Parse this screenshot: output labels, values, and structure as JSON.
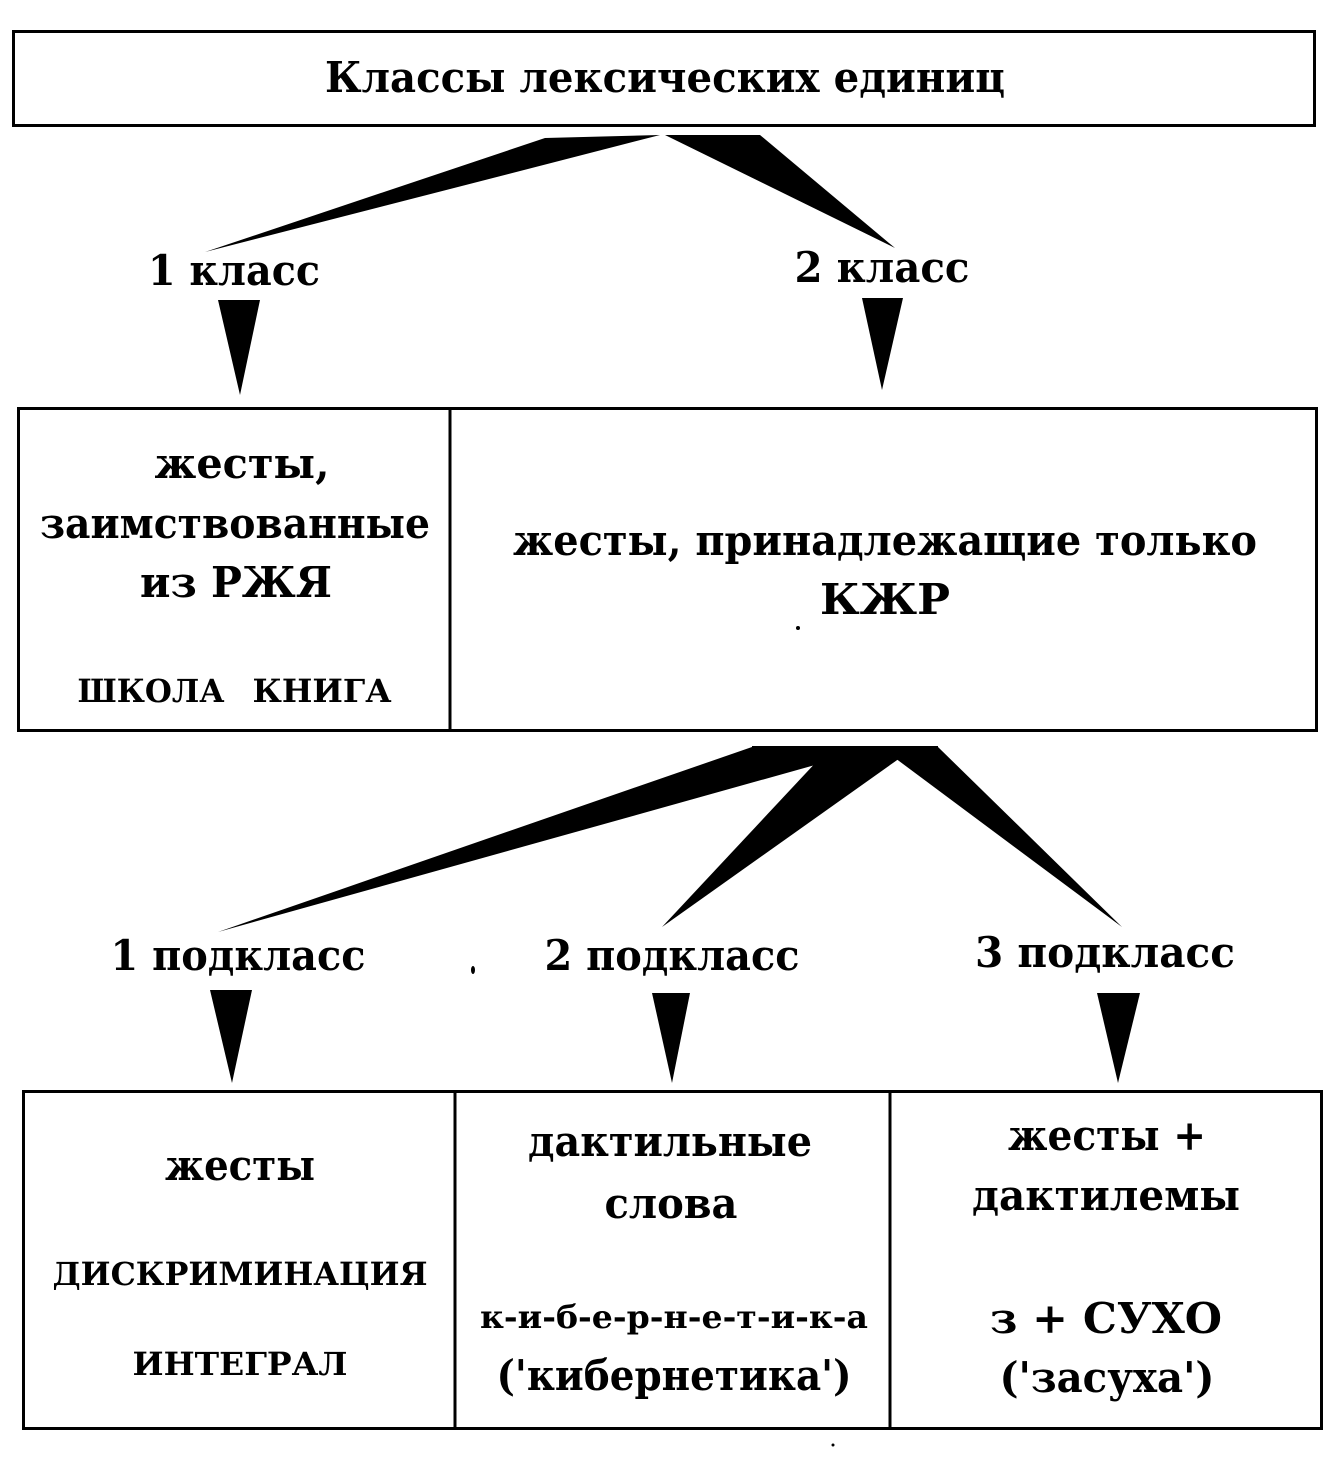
{
  "title": "Классы лексических единиц",
  "classes": [
    {
      "label": "1 класс",
      "lines": [
        "жесты,",
        "заимствованные",
        "из РЖЯ"
      ],
      "examples": [
        "ШКОЛА",
        "КНИГА"
      ]
    },
    {
      "label": "2 класс",
      "lines": [
        "жесты, принадлежащие только",
        "КЖР"
      ]
    }
  ],
  "subclasses": [
    {
      "label": "1 подкласс",
      "lines": [
        "жесты"
      ],
      "examples": [
        "ДИСКРИМИНАЦИЯ",
        "ИНТЕГРАЛ"
      ]
    },
    {
      "label": "2 подкласс",
      "lines": [
        "дактильные",
        "слова"
      ],
      "examples": [
        "к-и-б-е-р-н-е-т-и-к-а",
        "('кибернетика')"
      ]
    },
    {
      "label": "3 подкласс",
      "lines": [
        "жесты +",
        "дактилемы"
      ],
      "examples": [
        "з + СУХО",
        "('засуха')"
      ]
    }
  ]
}
